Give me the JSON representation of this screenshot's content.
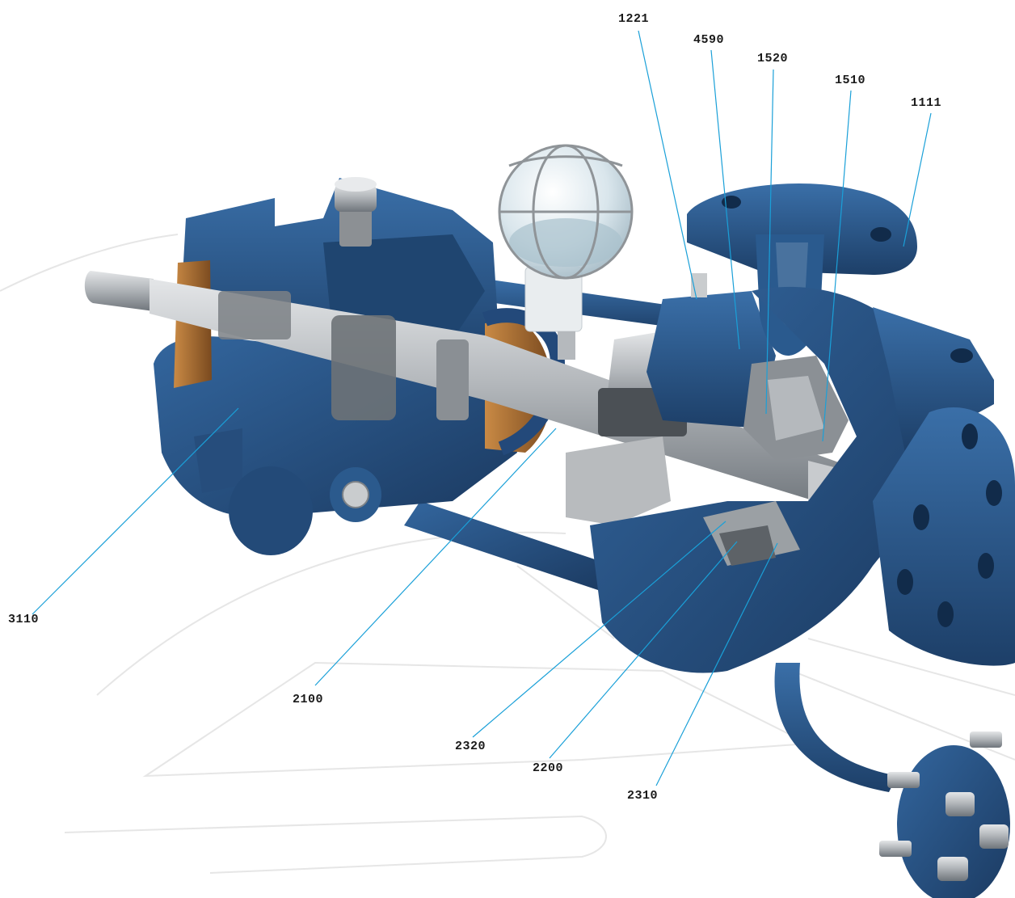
{
  "diagram": {
    "callouts": [
      {
        "id": "c1221",
        "label": "1221"
      },
      {
        "id": "c4590",
        "label": "4590"
      },
      {
        "id": "c1520",
        "label": "1520"
      },
      {
        "id": "c1510",
        "label": "1510"
      },
      {
        "id": "c1111",
        "label": "1111"
      },
      {
        "id": "c3110",
        "label": "3110"
      },
      {
        "id": "c2100",
        "label": "2100"
      },
      {
        "id": "c2320",
        "label": "2320"
      },
      {
        "id": "c2200",
        "label": "2200"
      },
      {
        "id": "c2310",
        "label": "2310"
      }
    ],
    "colors": {
      "casing_blue": "#2c5b8f",
      "casing_blue_dark": "#1d3f68",
      "steel": "#b9bcbf",
      "bronze": "#a8692e",
      "leader_line": "#1aa0d8",
      "label_text": "#1a1a1a"
    }
  }
}
